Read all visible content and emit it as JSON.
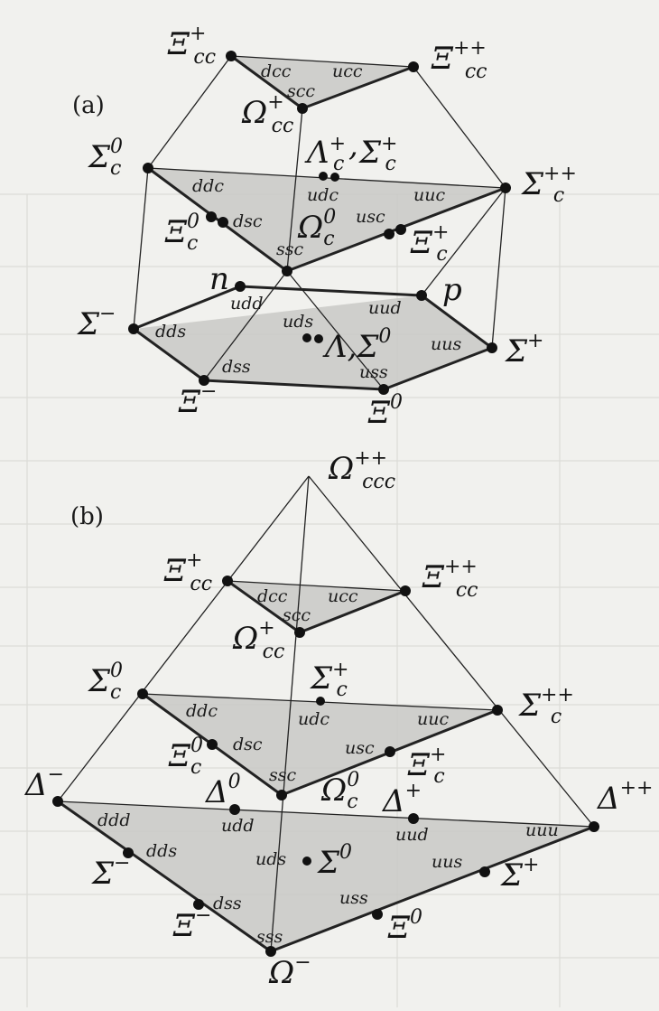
{
  "panel_a": {
    "label": "(a)",
    "hadrons": {
      "xi_cc_plus": {
        "base": "Ξ",
        "sub": "cc",
        "sup": "+"
      },
      "xi_cc_plusplus": {
        "base": "Ξ",
        "sub": "cc",
        "sup": "++"
      },
      "omega_cc_plus": {
        "base": "Ω",
        "sub": "cc",
        "sup": "+"
      },
      "lambda_c_plus": {
        "base": "Λ",
        "sub": "c",
        "sup": "+"
      },
      "sigma_c_plus": {
        "base": "Σ",
        "sub": "c",
        "sup": "+"
      },
      "sigma_c_zero": {
        "base": "Σ",
        "sub": "c",
        "sup": "0"
      },
      "sigma_c_plusplus": {
        "base": "Σ",
        "sub": "c",
        "sup": "++"
      },
      "xi_c_zero": {
        "base": "Ξ",
        "sub": "c",
        "sup": "0"
      },
      "omega_c_zero": {
        "base": "Ω",
        "sub": "c",
        "sup": "0"
      },
      "xi_c_plus": {
        "base": "Ξ",
        "sub": "c",
        "sup": "+"
      },
      "n": {
        "base": "n",
        "sub": "",
        "sup": ""
      },
      "p": {
        "base": "p",
        "sub": "",
        "sup": ""
      },
      "sigma_minus": {
        "base": "Σ",
        "sub": "",
        "sup": "−"
      },
      "sigma_plus": {
        "base": "Σ",
        "sub": "",
        "sup": "+"
      },
      "lambda": {
        "base": "Λ",
        "sub": "",
        "sup": ""
      },
      "sigma_zero": {
        "base": "Σ",
        "sub": "",
        "sup": "0"
      },
      "xi_minus": {
        "base": "Ξ",
        "sub": "",
        "sup": "−"
      },
      "xi_zero": {
        "base": "Ξ",
        "sub": "",
        "sup": "0"
      }
    },
    "quarks": {
      "dcc": "dcc",
      "ucc": "ucc",
      "scc": "scc",
      "ddc": "ddc",
      "udc": "udc",
      "uuc": "uuc",
      "dsc": "dsc",
      "usc": "usc",
      "ssc": "ssc",
      "udd": "udd",
      "uud": "uud",
      "dds": "dds",
      "uds": "uds",
      "uus": "uus",
      "dss": "dss",
      "uss": "uss"
    }
  },
  "panel_b": {
    "label": "(b)",
    "hadrons": {
      "omega_ccc": {
        "base": "Ω",
        "sub": "ccc",
        "sup": "++"
      },
      "xi_cc_plus": {
        "base": "Ξ",
        "sub": "cc",
        "sup": "+"
      },
      "xi_cc_plusplus": {
        "base": "Ξ",
        "sub": "cc",
        "sup": "++"
      },
      "omega_cc_plus": {
        "base": "Ω",
        "sub": "cc",
        "sup": "+"
      },
      "sigma_c_plus": {
        "base": "Σ",
        "sub": "c",
        "sup": "+"
      },
      "sigma_c_zero": {
        "base": "Σ",
        "sub": "c",
        "sup": "0"
      },
      "sigma_c_plusplus": {
        "base": "Σ",
        "sub": "c",
        "sup": "++"
      },
      "xi_c_zero": {
        "base": "Ξ",
        "sub": "c",
        "sup": "0"
      },
      "xi_c_plus": {
        "base": "Ξ",
        "sub": "c",
        "sup": "+"
      },
      "omega_c_zero": {
        "base": "Ω",
        "sub": "c",
        "sup": "0"
      },
      "delta_minus": {
        "base": "Δ",
        "sub": "",
        "sup": "−"
      },
      "delta_zero": {
        "base": "Δ",
        "sub": "",
        "sup": "0"
      },
      "delta_plus": {
        "base": "Δ",
        "sub": "",
        "sup": "+"
      },
      "delta_plusplus": {
        "base": "Δ",
        "sub": "",
        "sup": "++"
      },
      "sigma_minus": {
        "base": "Σ",
        "sub": "",
        "sup": "−"
      },
      "sigma_zero": {
        "base": "Σ",
        "sub": "",
        "sup": "0"
      },
      "sigma_plus": {
        "base": "Σ",
        "sub": "",
        "sup": "+"
      },
      "xi_minus": {
        "base": "Ξ",
        "sub": "",
        "sup": "−"
      },
      "xi_zero": {
        "base": "Ξ",
        "sub": "",
        "sup": "0"
      },
      "omega_minus": {
        "base": "Ω",
        "sub": "",
        "sup": "−"
      }
    },
    "quarks": {
      "dcc": "dcc",
      "ucc": "ucc",
      "scc": "scc",
      "ddc": "ddc",
      "udc": "udc",
      "uuc": "uuc",
      "dsc": "dsc",
      "usc": "usc",
      "ssc": "ssc",
      "ddd": "ddd",
      "udd": "udd",
      "uud": "uud",
      "uuu": "uuu",
      "dds": "dds",
      "uds": "uds",
      "uus": "uus",
      "dss": "dss",
      "uss": "uss",
      "sss": "sss"
    }
  },
  "colors": {
    "background": "#f1f1ee",
    "ink": "#141414",
    "shading": "#c9c9c6"
  }
}
